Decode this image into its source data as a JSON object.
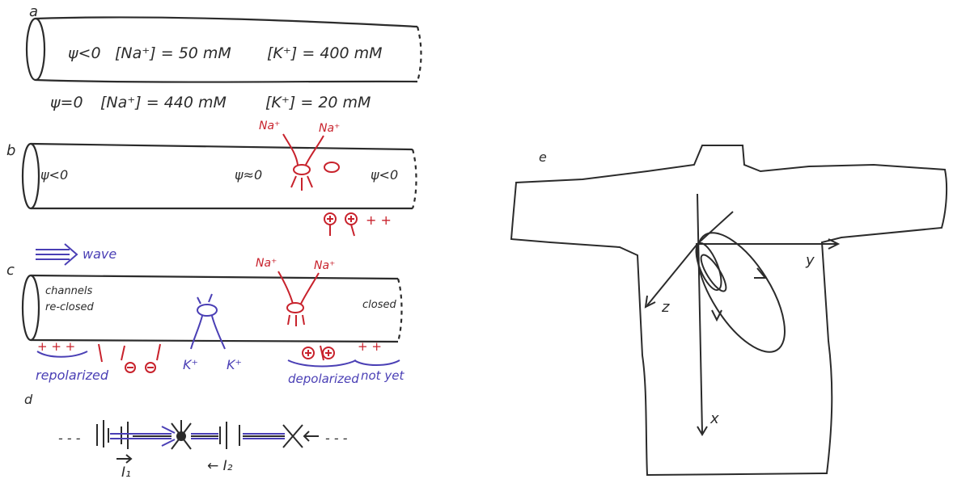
{
  "panels": {
    "a": {
      "label": "a",
      "inside": {
        "psi": "ψ<0",
        "na": "[Na⁺] = 50 mM",
        "k": "[K⁺] = 400 mM"
      },
      "outside": {
        "psi": "ψ=0",
        "na": "[Na⁺] = 440 mM",
        "k": "[K⁺] = 20 mM"
      }
    },
    "b": {
      "label": "b",
      "psi_left": "ψ<0",
      "psi_mid": "ψ≈0",
      "psi_right": "ψ<0",
      "na_left": "Na⁺",
      "na_right": "Na⁺",
      "plus_charges": "+ +"
    },
    "c": {
      "label": "c",
      "wave": "wave",
      "channels_reclosed": [
        "channels",
        "re-closed"
      ],
      "closed": "closed",
      "na_left": "Na⁺",
      "na_right": "Na⁺",
      "k_left": "K⁺",
      "k_right": "K⁺",
      "plus_left": "+ + +",
      "plus_right": "+ +",
      "repolarized": "repolarized",
      "depolarized": "depolarized",
      "not_yet": "not yet"
    },
    "d": {
      "label": "d",
      "dashes_left": "- - -",
      "dashes_right": "- - -",
      "i1": "I₁",
      "i2": "← I₂"
    },
    "e": {
      "label": "e",
      "axis_x": "x",
      "axis_y": "y",
      "axis_z": "z"
    }
  },
  "colors": {
    "ink": "#2b2b2b",
    "red": "#c8222c",
    "blue": "#4a3fb5"
  }
}
